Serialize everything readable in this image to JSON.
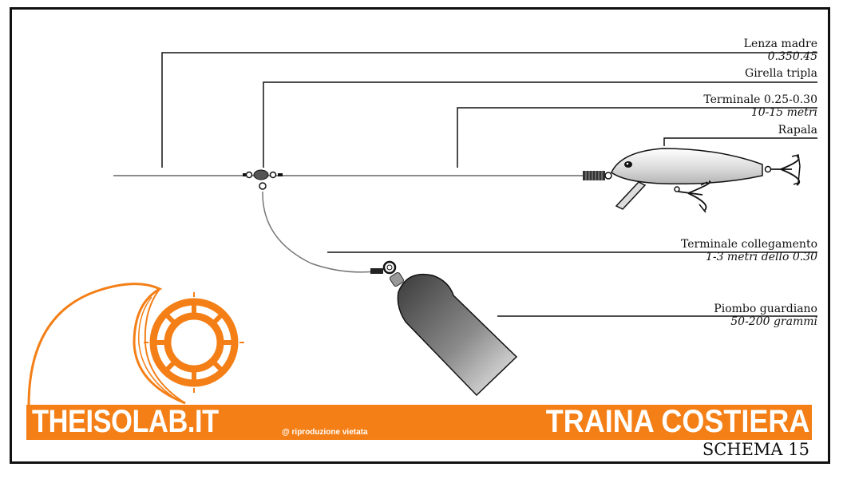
{
  "labels": {
    "lenza_madre": {
      "name": "Lenza madre",
      "value": "0.350.45"
    },
    "girella": {
      "name": "Girella tripla"
    },
    "terminale": {
      "name": "Terminale 0.25-0.30",
      "value": "10-15 metri"
    },
    "rapala": {
      "name": "Rapala"
    },
    "collegamento": {
      "name": "Terminale collegamento",
      "value": "1-3 metri dello 0.30"
    },
    "piombo": {
      "name": "Piombo guardiano",
      "value": "50-200 grammi"
    }
  },
  "footer": {
    "brand": "THEISOLAB.IT",
    "copyright": "@ riproduzione vietata",
    "title": "TRAINA COSTIERA",
    "scheme": "SCHEMA 15"
  },
  "colors": {
    "accent": "#f47f16",
    "line": "#111111"
  }
}
